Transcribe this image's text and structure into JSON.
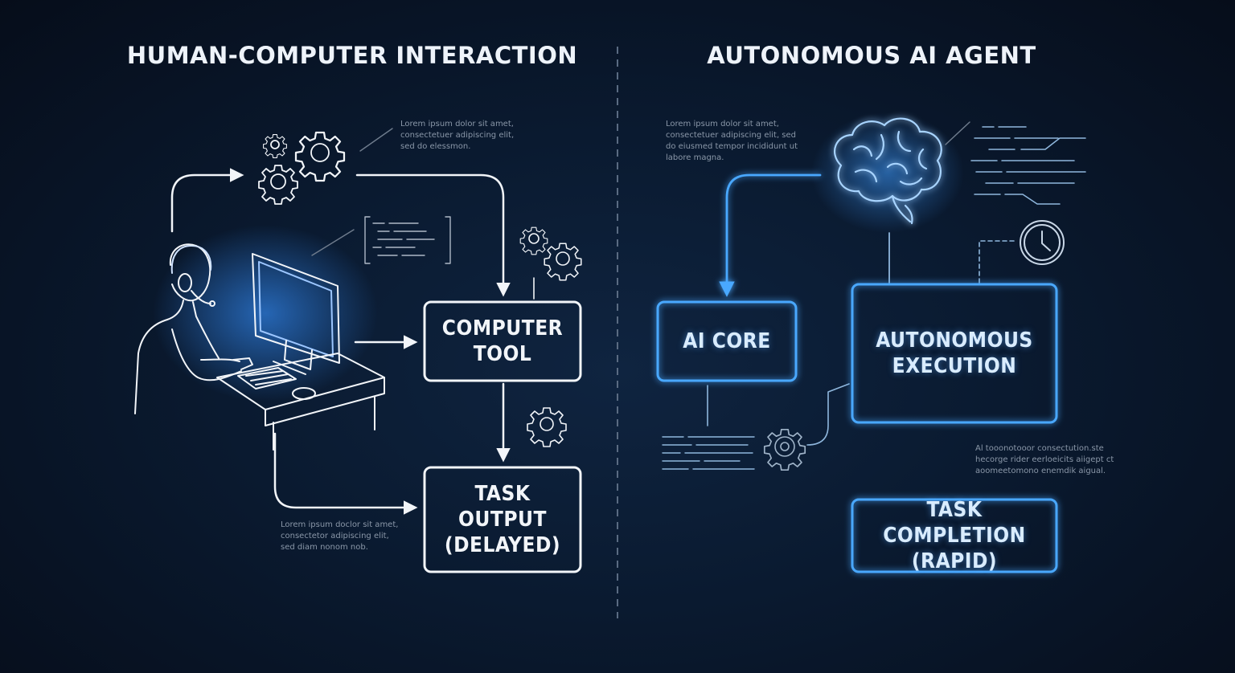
{
  "left_panel": {
    "title": "HUMAN-COMPUTER INTERACTION",
    "note_top": [
      "Lorem ipsum dolor sit amet,",
      "consectetuer adipiscing elit,",
      "sed do elessmon."
    ],
    "note_bottom": [
      "Lorem ipsum doclor sit amet,",
      "consectetor adipiscing elit,",
      "sed diam nonom nob."
    ],
    "computer_tool_box": [
      "COMPUTER",
      "TOOL"
    ],
    "task_output_box": [
      "TASK",
      "OUTPUT",
      "(DELAYED)"
    ]
  },
  "right_panel": {
    "title": "AUTONOMOUS AI AGENT",
    "note_top": [
      "Lorem ipsum dolor sit amet,",
      "consectetuer adipiscing elit, sed",
      "do eiusmed tempor incididunt ut",
      "labore magna."
    ],
    "note_bottom": [
      "Al tooonotooor consectution.ste",
      "hecorge rider eerloeicits aiigept ct",
      "aoomeetomono enemdik aigual."
    ],
    "ai_core_box": [
      "AI CORE"
    ],
    "autonomous_execution_box": [
      "AUTONOMOUS",
      "EXECUTION"
    ],
    "task_completion_box": [
      "TASK COMPLETION",
      "(RAPID)"
    ]
  },
  "icons": {
    "left": [
      "gears-icon",
      "code-snippet-icon",
      "operator-at-computer-icon",
      "gear-icon"
    ],
    "right": [
      "brain-icon",
      "clock-icon",
      "gear-icon",
      "data-lines-icon"
    ]
  },
  "colors": {
    "background": "#0a1a30",
    "left_stroke": "#f2f5f9",
    "right_stroke": "#4aa8ff",
    "divider": "#5a6b82"
  }
}
